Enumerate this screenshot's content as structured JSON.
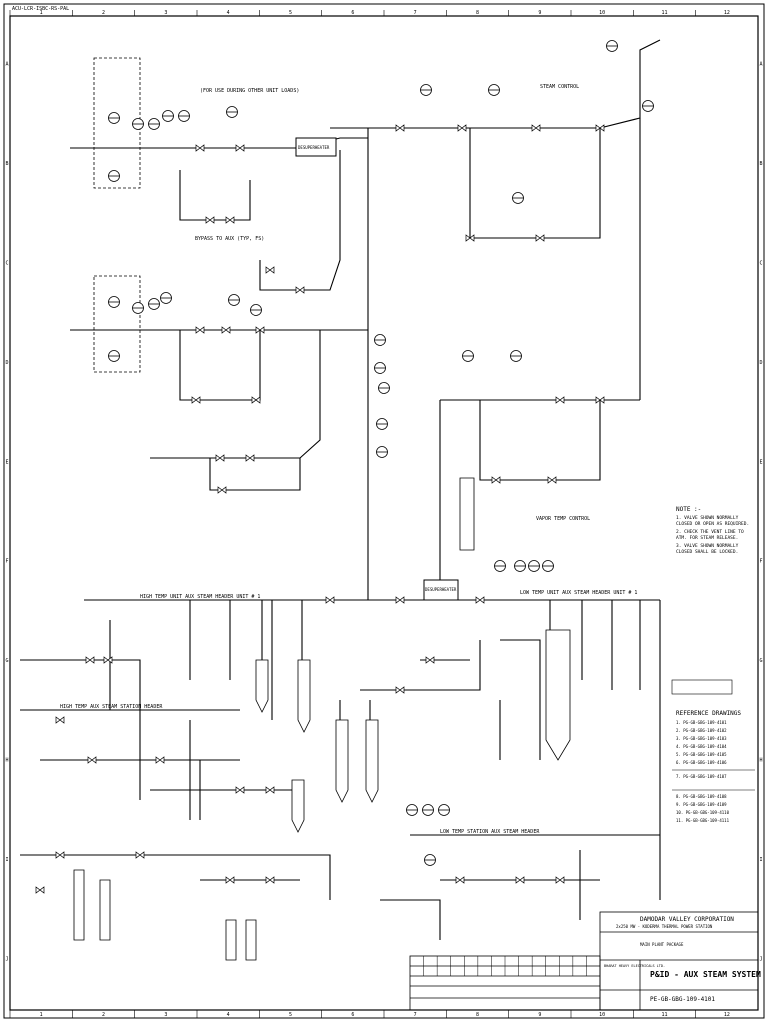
{
  "drawing": {
    "corner_id": "ACU-LCR-ISBC-RS-PAL",
    "headers": {
      "high_temp_unit": "HIGH TEMP UNIT AUX STEAM HEADER UNIT # 1",
      "low_temp_unit": "LOW TEMP UNIT AUX STEAM HEADER UNIT # 1",
      "high_temp_station": "HIGH TEMP AUX STEAM STATION HEADER",
      "low_temp_station": "LOW TEMP STATION AUX STEAM HEADER"
    },
    "desuperheater_labels": [
      "DESUPERHEATER",
      "DESUPERHEATER"
    ],
    "misc_labels": {
      "bypass": "BYPASS TO AUX (TYP, FS)",
      "for_use": "(FOR USE DURING OTHER UNIT LOADS)",
      "steam_control": "STEAM CONTROL",
      "vapor_temp": "VAPOR TEMP CONTROL"
    }
  },
  "notes": {
    "title": "NOTE :-",
    "items": [
      "1. VALVE SHOWN NORMALLY CLOSED OR OPEN AS REQUIRED.",
      "2. CHECK THE VENT LINE TO ATM. FOR STEAM RELEASE.",
      "3. VALVE SHOWN NORMALLY CLOSED SHALL BE LOCKED."
    ]
  },
  "references": {
    "title": "REFERENCE DRAWINGS",
    "items": [
      "1. PG-GB-GBG-109-4101",
      "2. PG-GB-GBG-109-4102",
      "3. PG-GB-GBG-109-4103",
      "4. PG-GB-GBG-109-4104",
      "5. PG-GB-GBG-109-4105",
      "6. PG-GB-GBG-109-4106",
      "7. PG-GB-GBG-109-4107",
      "8. PG-GB-GBG-109-4108",
      "9. PG-GB-GBG-109-4109",
      "10. PG-GB-GBG-109-4110",
      "11. PG-GB-GBG-109-4111"
    ]
  },
  "title_block": {
    "company": "DAMODAR VALLEY CORPORATION",
    "project_line1": "2x250 MW - KODERMA THERMAL POWER STATION",
    "project_line2": "MAIN PLANT PACKAGE",
    "drawing_title": "P&ID - AUX STEAM SYSTEM",
    "drawing_number": "PE-GB-GBG-109-4101",
    "contractor": "BHARAT HEAVY ELECTRICALS LTD."
  },
  "grid": {
    "columns": [
      "1",
      "2",
      "3",
      "4",
      "5",
      "6",
      "7",
      "8",
      "9",
      "10",
      "11",
      "12"
    ],
    "rows": [
      "A",
      "B",
      "C",
      "D",
      "E",
      "F",
      "G",
      "H",
      "I",
      "J"
    ]
  },
  "colors": {
    "ink": "#000000",
    "paper": "#ffffff"
  }
}
